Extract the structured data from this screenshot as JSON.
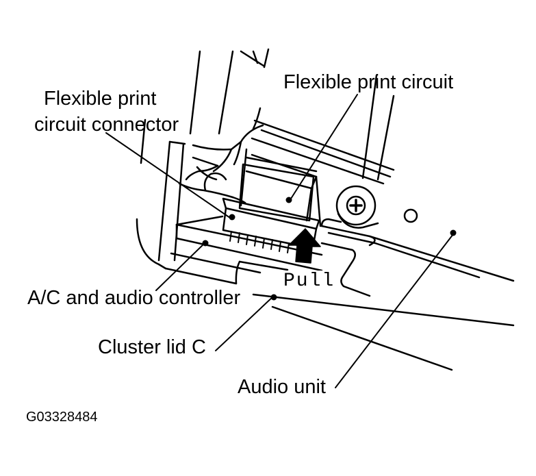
{
  "labels": {
    "fpc_connector_line1": "Flexible print",
    "fpc_connector_line2": "circuit connector",
    "fpc": "Flexible print circuit",
    "ac_audio_controller": "A/C and audio controller",
    "cluster_lid": "Cluster lid C",
    "audio_unit": "Audio unit",
    "pull": "Pull"
  },
  "figure_id": "G03328484",
  "colors": {
    "ink": "#000000",
    "paper": "#ffffff"
  }
}
